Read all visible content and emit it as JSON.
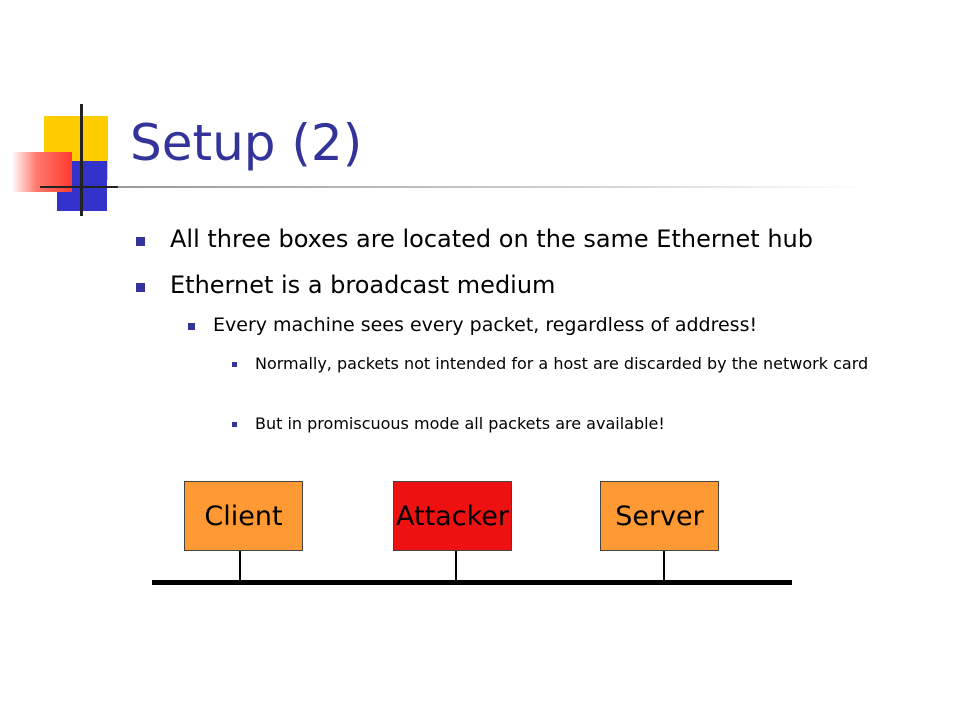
{
  "slide": {
    "title": "Setup (2)",
    "bullets": {
      "b1": "All three boxes are located on the same Ethernet hub",
      "b2": "Ethernet is a broadcast medium",
      "b2_1": "Every machine sees every packet, regardless of address!",
      "b2_1_1": "Normally, packets not intended for a host are discarded by the network card",
      "b2_1_2": "But in promiscuous mode all packets are available!"
    }
  },
  "diagram": {
    "boxes": [
      {
        "label": "Client",
        "color": "#ff9933"
      },
      {
        "label": "Attacker",
        "color": "#ee1111"
      },
      {
        "label": "Server",
        "color": "#ff9933"
      }
    ],
    "bus_color": "#000000"
  },
  "theme": {
    "title_color": "#333399",
    "bullet_color": "#333399",
    "accent_yellow": "#ffcc00",
    "accent_blue": "#3333cc",
    "accent_red": "#ff3b30"
  }
}
